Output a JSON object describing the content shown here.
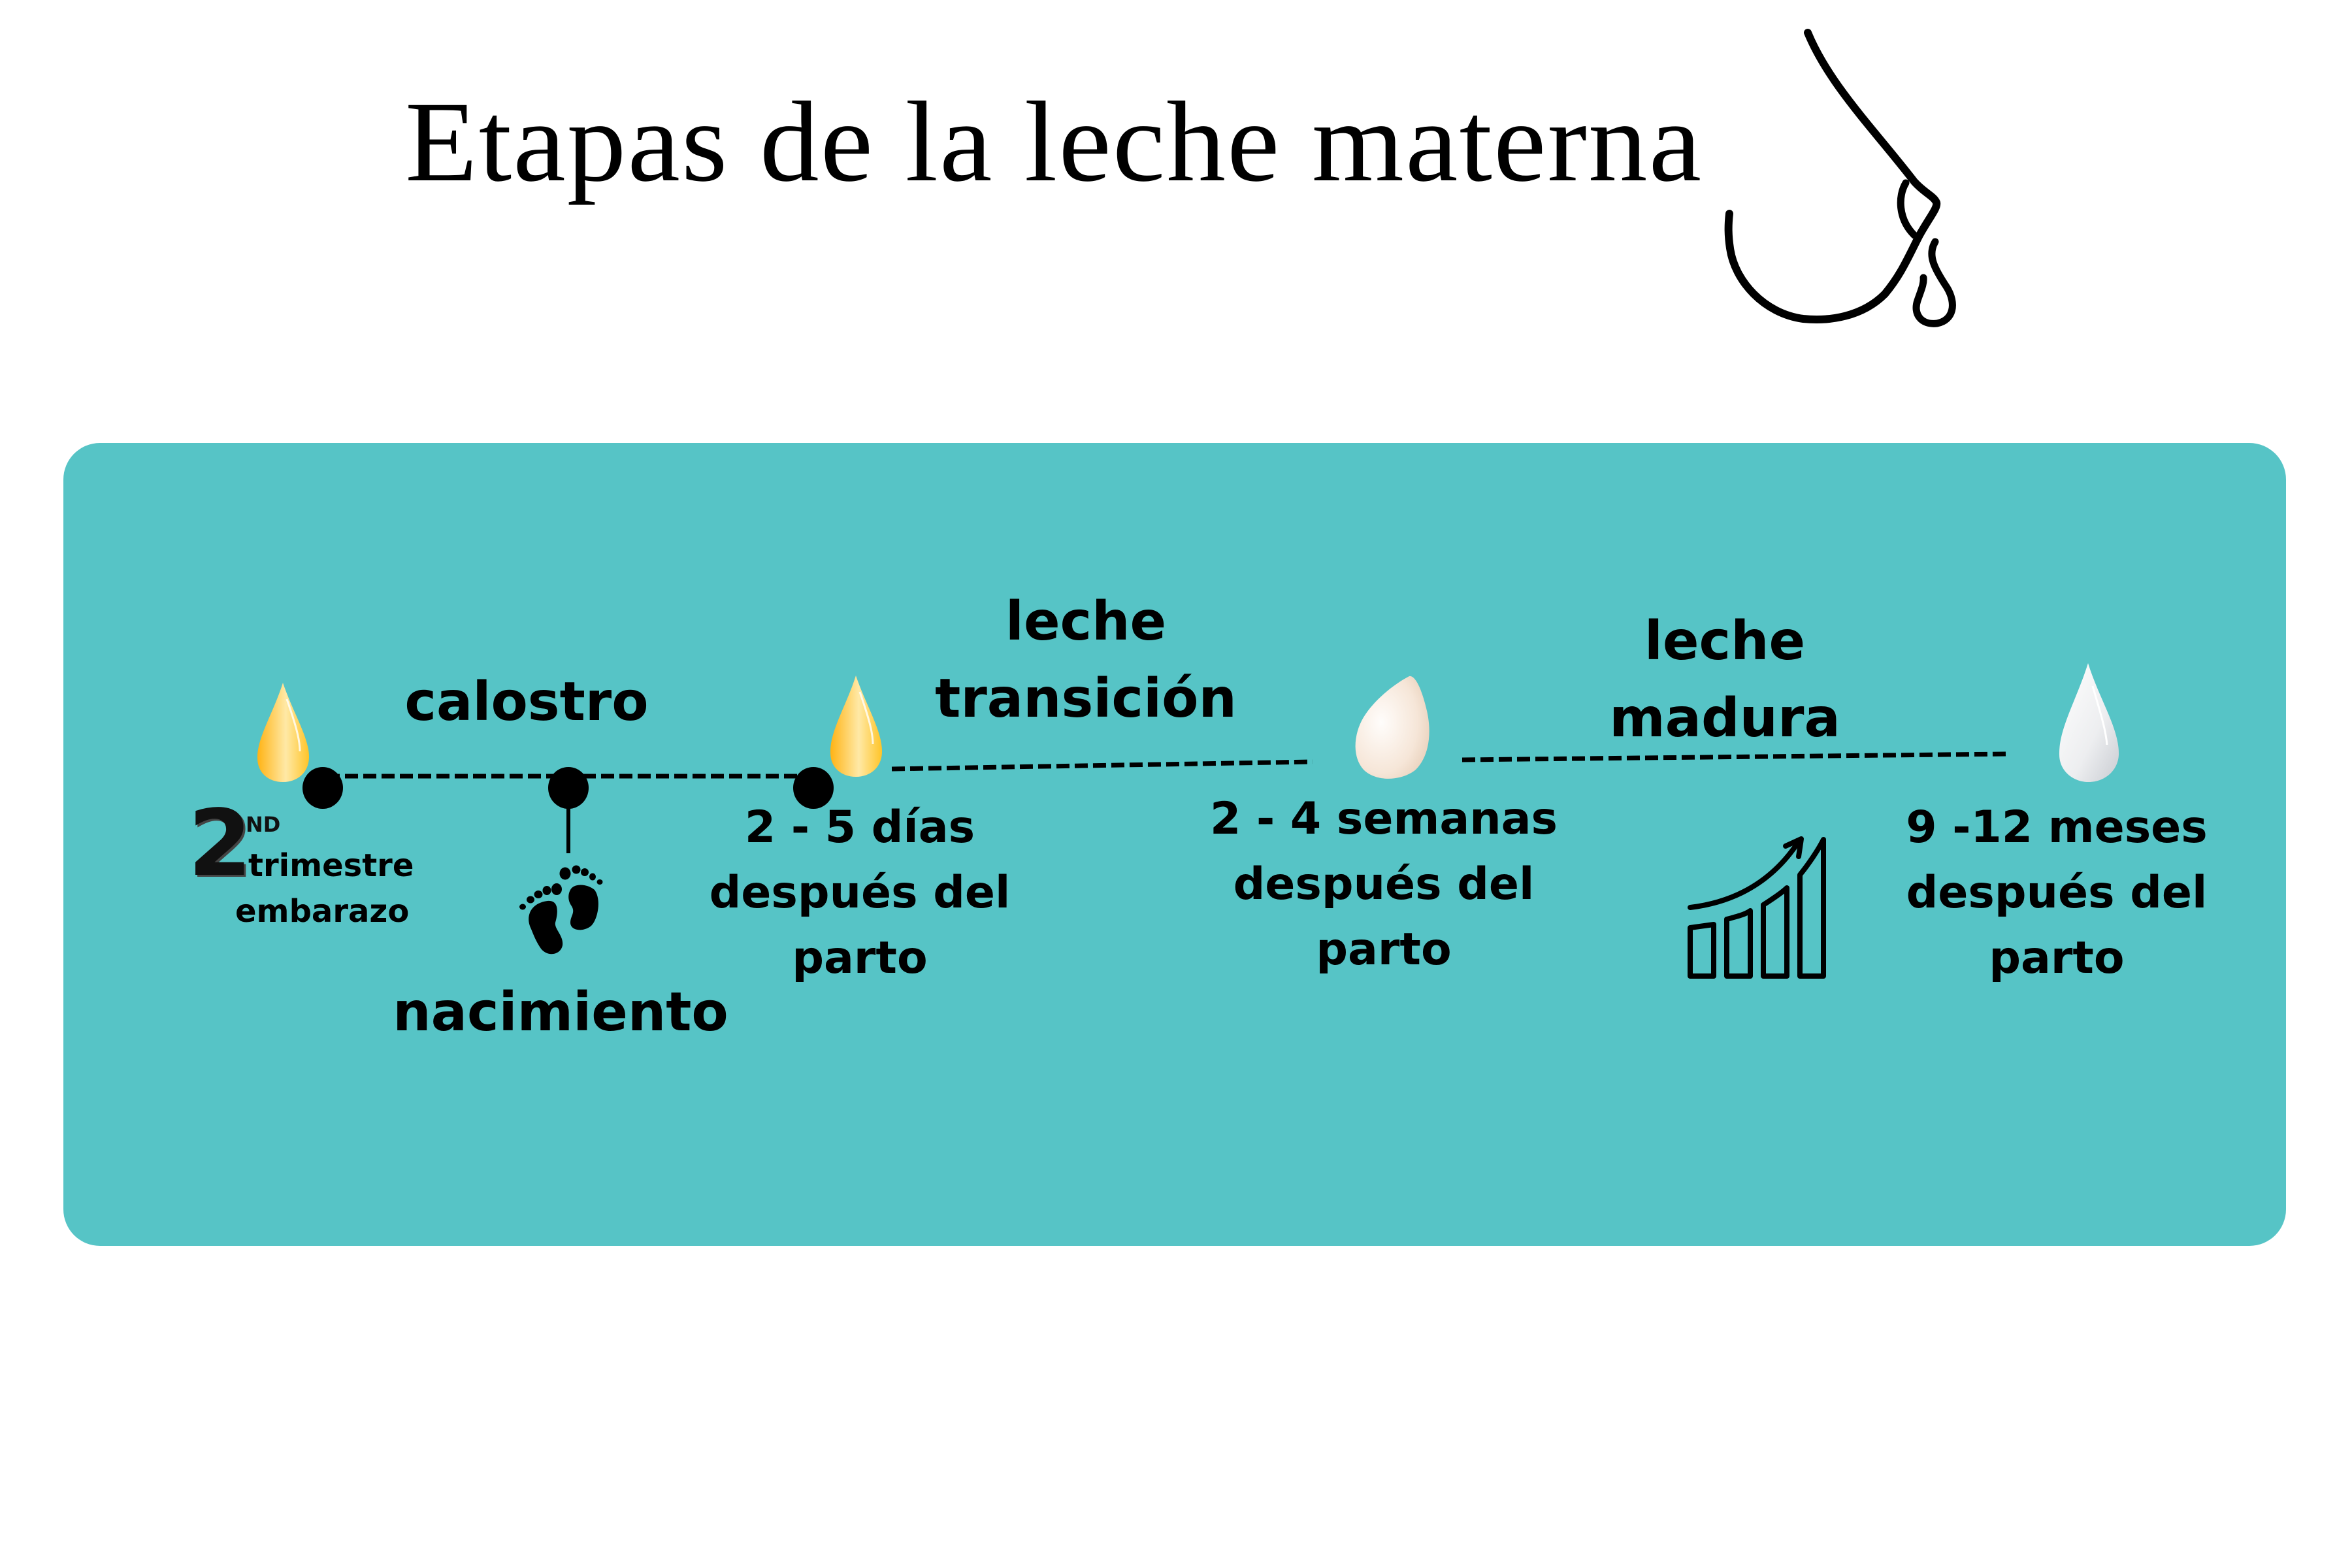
{
  "header": {
    "title": "Etapas de la leche materna",
    "icon": "breast-milk-drop-icon"
  },
  "colors": {
    "panel": "#56C4C6",
    "text": "#000000",
    "colostrum_drop": "#FFC22E",
    "transition_drop": "#F4E6DA",
    "mature_drop": "#EEEFF1"
  },
  "timeline": {
    "stages": [
      {
        "name": "calostro",
        "lines": [
          "calostro"
        ]
      },
      {
        "name": "leche transición",
        "lines": [
          "leche",
          "transición"
        ]
      },
      {
        "name": "leche madura",
        "lines": [
          "leche",
          "madura"
        ]
      }
    ],
    "milestones": [
      {
        "badge_number": "2",
        "badge_suffix": "ND",
        "lines": [
          "trimestre",
          "embarazo"
        ],
        "icon": "second-number-icon"
      },
      {
        "lines": [
          "nacimiento"
        ],
        "icon": "baby-feet-icon"
      },
      {
        "lines": [
          "2 - 5 días",
          "después del",
          "parto"
        ],
        "icon": "yellow-drop-icon"
      },
      {
        "lines": [
          "2 - 4 semanas",
          "después del",
          "parto"
        ],
        "icon": "cream-drop-icon"
      },
      {
        "lines": [
          "9 -12 meses",
          "después del",
          "parto"
        ],
        "icon": "white-drop-icon"
      }
    ],
    "growth_icon": "growth-chart-icon"
  }
}
